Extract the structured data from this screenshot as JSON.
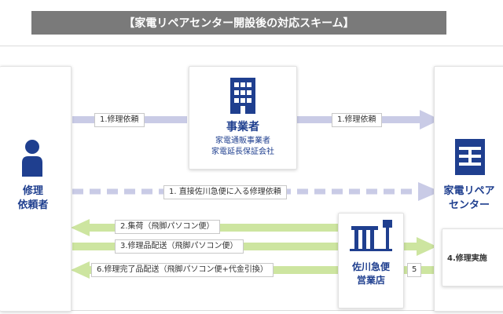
{
  "title": "【家電リペアセンター開設後の対応スキーム】",
  "requester": {
    "label_line1": "修理",
    "label_line2": "依頼者"
  },
  "business": {
    "title": "事業者",
    "line1": "家電通販事業者",
    "line2": "家電延長保証会社"
  },
  "repair_center": {
    "label_line1": "家電リペア",
    "label_line2": "センター"
  },
  "sagawa": {
    "label_line1": "佐川急便",
    "label_line2": "営業店"
  },
  "repair_work": {
    "label": "4.修理実施"
  },
  "arrows": {
    "left_request": "1.修理依頼",
    "right_request": "1.修理依頼",
    "direct": "1. 直接佐川急便に入る修理依頼",
    "pickup": "2.集荷（飛脚パソコン便）",
    "delivery": "3.修理品配送（飛脚パソコン便）",
    "return": "6.修理完了品配送（飛脚パソコン便+代金引換）",
    "step5": "5"
  },
  "colors": {
    "title_bg": "#7a7a7a",
    "icon_blue": "#1f3f8f",
    "arrow_lavender": "#c9cbe6",
    "arrow_green": "#cde5a0"
  }
}
